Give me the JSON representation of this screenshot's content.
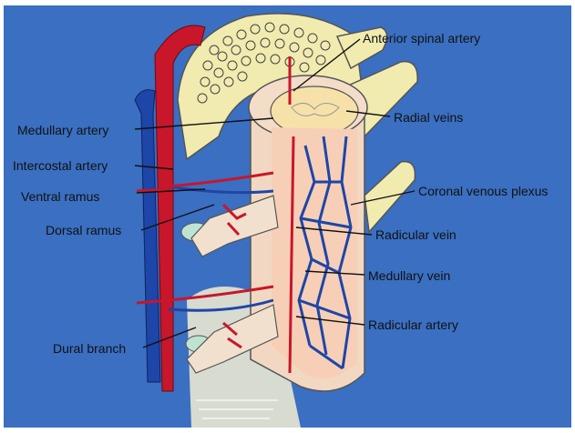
{
  "colors": {
    "background": "#3a6fc1",
    "artery": "#c8162b",
    "vein": "#1d46a8",
    "bone": "#f1ebb0",
    "dura": "#f2d8c2",
    "cord": "#f6e2a8",
    "label_text": "#111111"
  },
  "labels": {
    "anterior_spinal_artery": "Anterior spinal artery",
    "radial_veins": "Radial veins",
    "medullary_artery": "Medullary artery",
    "intercostal_artery": "Intercostal artery",
    "coronal_venous_plexus": "Coronal venous plexus",
    "ventral_ramus": "Ventral ramus",
    "dorsal_ramus": "Dorsal ramus",
    "radicular_vein": "Radicular vein",
    "medullary_vein": "Medullary vein",
    "radicular_artery": "Radicular artery",
    "dural_branch": "Dural branch"
  }
}
